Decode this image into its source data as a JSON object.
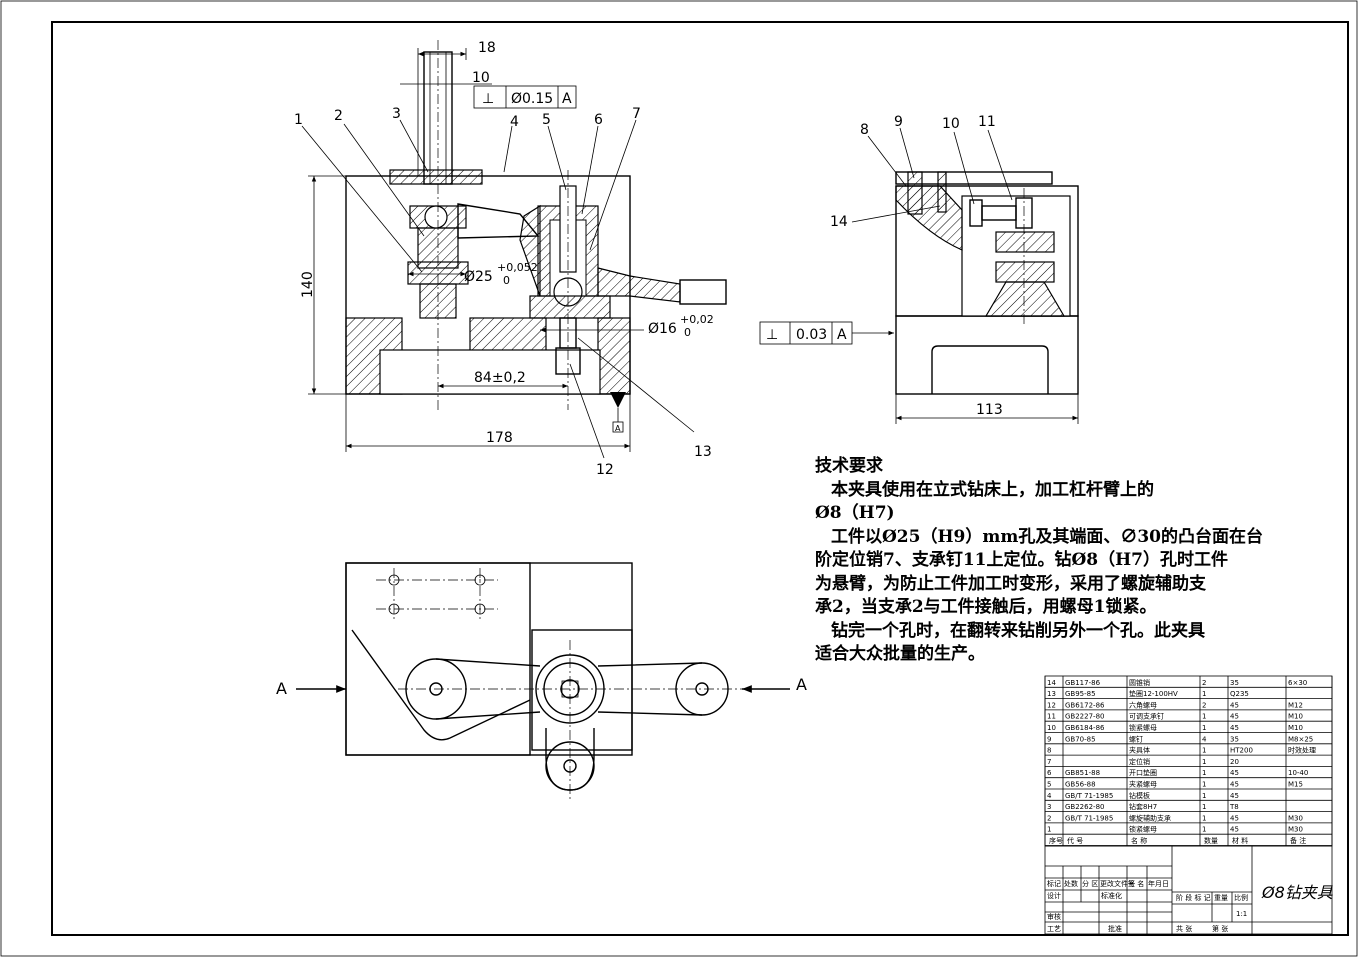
{
  "dimensions": {
    "d18": "18",
    "d10": "10",
    "d140": "140",
    "d178": "178",
    "d84": "84±0,2",
    "d25": "Ø25",
    "d25_tol": "+0,052",
    "d25_low": "0",
    "d16": "Ø16",
    "d16_tol": "+0,02",
    "d16_low": "0",
    "d113": "113"
  },
  "tolerances": {
    "perp_main": {
      "symbol": "⊥",
      "value": "Ø0.15",
      "datum": "A"
    },
    "perp_side": {
      "symbol": "⊥",
      "value": "0.03",
      "datum": "A"
    }
  },
  "datum_label": "A",
  "section_marks": {
    "left": "A",
    "right": "A"
  },
  "balloons": {
    "b1": "1",
    "b2": "2",
    "b3": "3",
    "b4": "4",
    "b5": "5",
    "b6": "6",
    "b7": "7",
    "b8": "8",
    "b9": "9",
    "b10": "10",
    "b11": "11",
    "b12": "12",
    "b13": "13",
    "b14": "14"
  },
  "tech_req": {
    "title": "技术要求",
    "lines": [
      "本夹具使用在立式钻床上，加工杠杆臂上的",
      "Ø8（H7)",
      "工件以Ø25（H9）mm孔及其端面、∅30的凸台面在台",
      "阶定位销7、支承钉11上定位。钻Ø8（H7）孔时工件",
      "为悬臂，为防止工件加工时变形，采用了螺旋辅助支",
      "承2，当支承2与工件接触后，用螺母1锁紧。",
      "钻完一个孔时，在翻转来钻削另外一个孔。此夹具",
      "适合大众批量的生产。"
    ]
  },
  "bom": {
    "rows": [
      {
        "no": "14",
        "code": "GB117-86",
        "name": "圆锥销",
        "qty": "2",
        "mat": "35",
        "note": "6×30"
      },
      {
        "no": "13",
        "code": "GB95-85",
        "name": "垫圈12-100HV",
        "qty": "1",
        "mat": "Q235",
        "note": ""
      },
      {
        "no": "12",
        "code": "GB6172-86",
        "name": "六角螺母",
        "qty": "2",
        "mat": "45",
        "note": "M12"
      },
      {
        "no": "11",
        "code": "GB2227-80",
        "name": "可调支承钉",
        "qty": "1",
        "mat": "45",
        "note": "M10"
      },
      {
        "no": "10",
        "code": "GB6184-86",
        "name": "锁紧螺母",
        "qty": "1",
        "mat": "45",
        "note": "M10"
      },
      {
        "no": "9",
        "code": "GB70-85",
        "name": "螺钉",
        "qty": "4",
        "mat": "35",
        "note": "M8×25"
      },
      {
        "no": "8",
        "code": "",
        "name": "夹具体",
        "qty": "1",
        "mat": "HT200",
        "note": "时效处理"
      },
      {
        "no": "7",
        "code": "",
        "name": "定位销",
        "qty": "1",
        "mat": "20",
        "note": ""
      },
      {
        "no": "6",
        "code": "GB851-88",
        "name": "开口垫圈",
        "qty": "1",
        "mat": "45",
        "note": "10-40"
      },
      {
        "no": "5",
        "code": "GB56-88",
        "name": "夹紧螺母",
        "qty": "1",
        "mat": "45",
        "note": "M15"
      },
      {
        "no": "4",
        "code": "GB/T 71-1985",
        "name": "钻模板",
        "qty": "1",
        "mat": "45",
        "note": ""
      },
      {
        "no": "3",
        "code": "GB2262-80",
        "name": "钻套8H7",
        "qty": "1",
        "mat": "T8",
        "note": ""
      },
      {
        "no": "2",
        "code": "GB/T 71-1985",
        "name": "螺旋辅助支承",
        "qty": "1",
        "mat": "45",
        "note": "M30"
      },
      {
        "no": "1",
        "code": "",
        "name": "锁紧螺母",
        "qty": "1",
        "mat": "45",
        "note": "M30"
      }
    ],
    "header": {
      "no": "序号",
      "code": "代 号",
      "name": "名 称",
      "qty": "数量",
      "mat": "材 料",
      "note": "备 注"
    }
  },
  "title_block": {
    "title": "Ø8钻夹具",
    "scale": "1:1",
    "labels": {
      "mark": "标记",
      "count": "处数",
      "zone": "分 区",
      "doc": "更改文件号",
      "sign": "签 名",
      "date": "年月日",
      "design": "设计",
      "std": "标准化",
      "review": "审核",
      "process": "工艺",
      "approve": "批准",
      "stage": "阶 段 标 记",
      "weight": "重量",
      "ratio": "比例",
      "total": "共 张",
      "sheet": "第 张"
    }
  }
}
